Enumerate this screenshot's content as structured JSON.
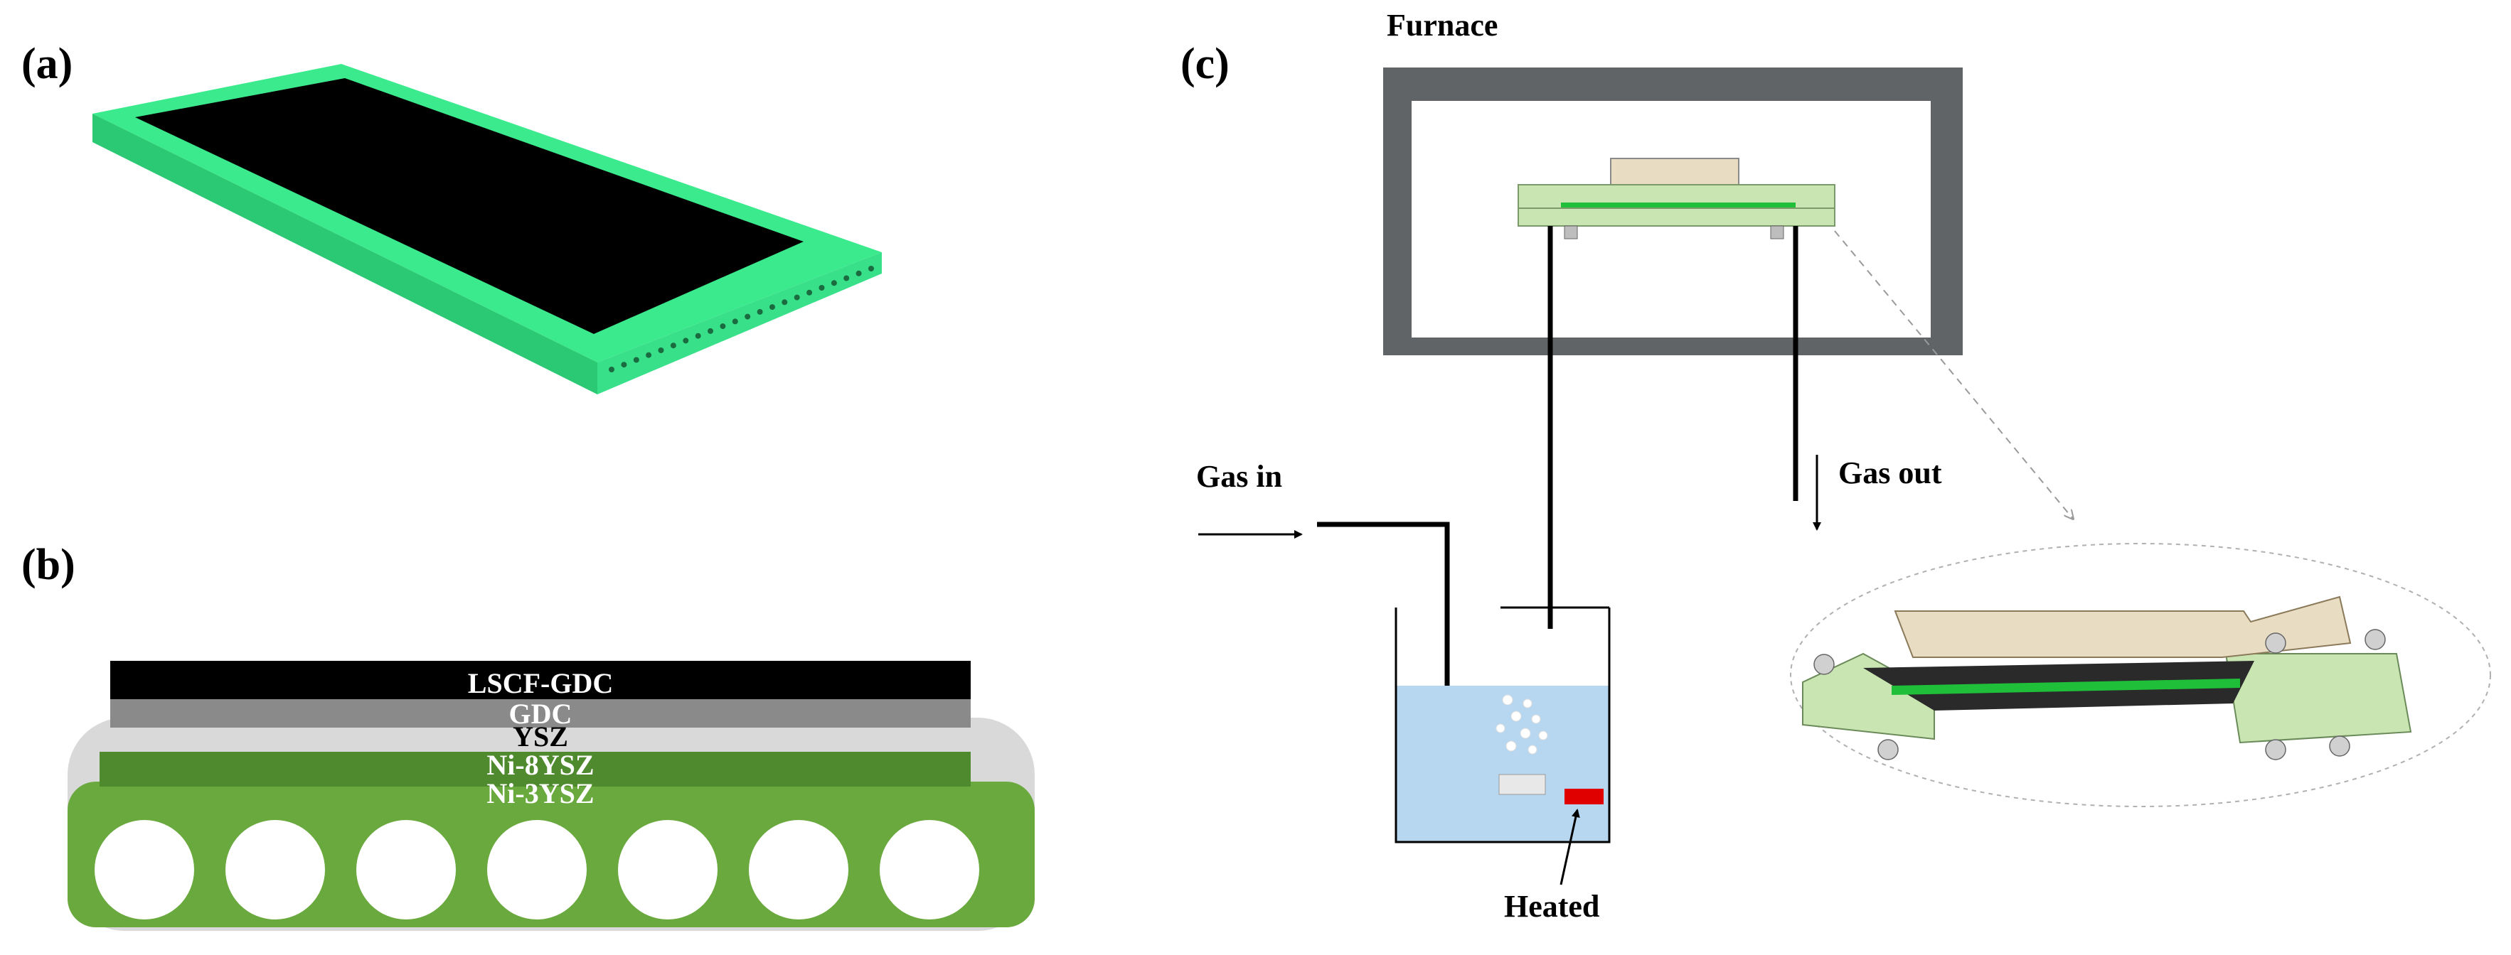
{
  "panels": {
    "a": {
      "label": "(a)"
    },
    "b": {
      "label": "(b)",
      "layers": [
        "LSCF-GDC",
        "GDC",
        "YSZ",
        "Ni-8YSZ",
        "Ni-3YSZ"
      ]
    },
    "c": {
      "label": "(c)",
      "furnace_label": "Furnace",
      "gas_in_label": "Gas in",
      "gas_out_label": "Gas out",
      "heated_label": "Heated"
    }
  },
  "colors": {
    "cell_green": "#3cea8e",
    "cathode_black": "#000000",
    "gdc_gray": "#8a8a8a",
    "ysz_light_gray": "#d9d9d9",
    "ni8ysz_green": "#4f8a2e",
    "ni3ysz_green": "#6aa93e",
    "furnace_gray": "#606467",
    "water_blue": "#b7d7f0",
    "heater_red": "#e00000",
    "fixture_green": "#c9e6b2",
    "fixture_tan": "#e8dcc2"
  },
  "icons": [
    "flat-tube-cell-3d-icon",
    "bubble-icon",
    "arrow-icon"
  ]
}
